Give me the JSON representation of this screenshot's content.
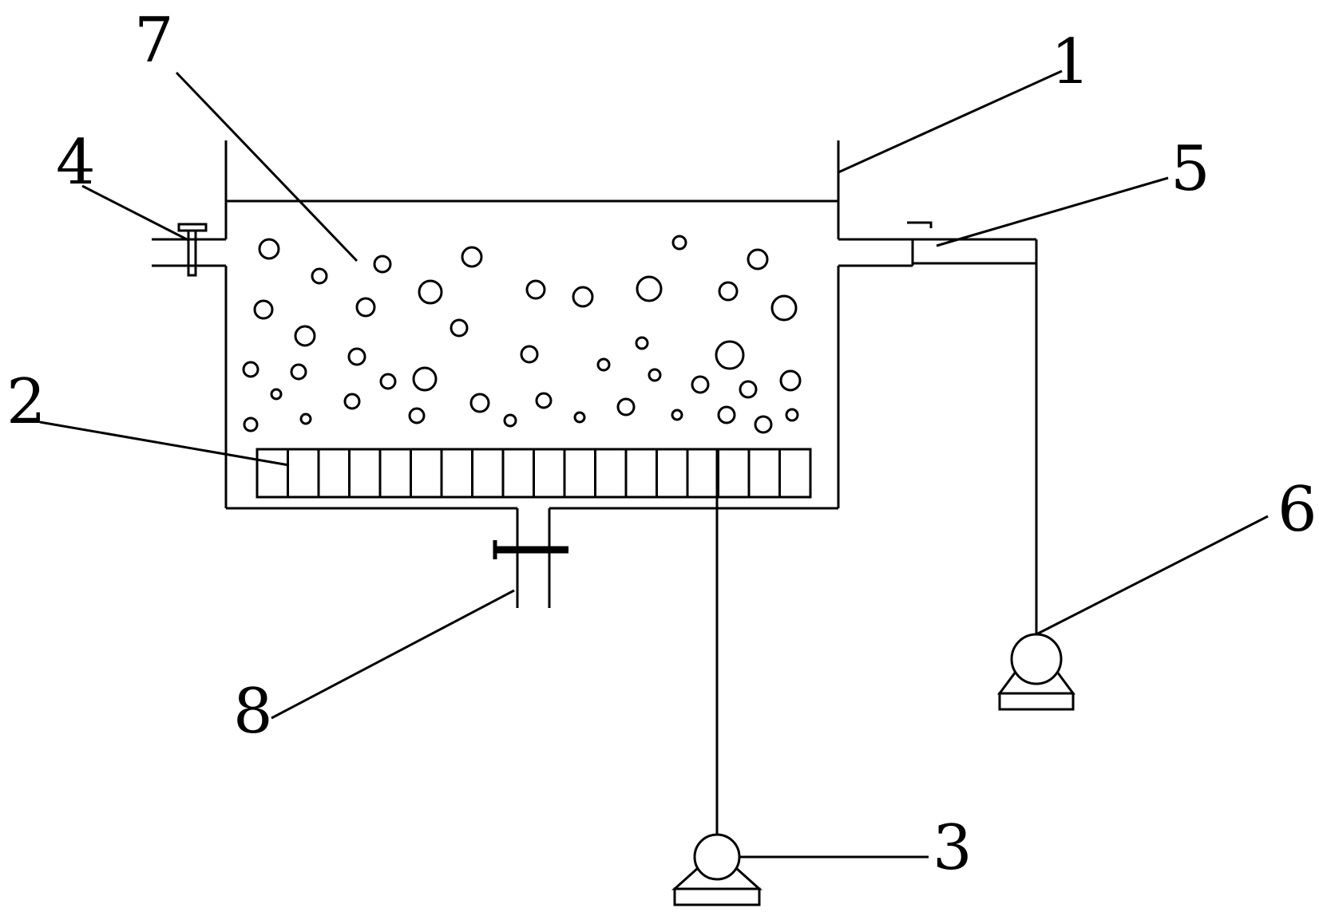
{
  "diagram": {
    "labels": {
      "tank": "1",
      "filter_plate": "2",
      "bottom_pump": "3",
      "inlet_valve": "4",
      "outlet_valve": "5",
      "side_pump": "6",
      "bubbles": "7",
      "drain_valve": "8"
    },
    "colors": {
      "line": "#000000",
      "background": "#ffffff"
    }
  }
}
